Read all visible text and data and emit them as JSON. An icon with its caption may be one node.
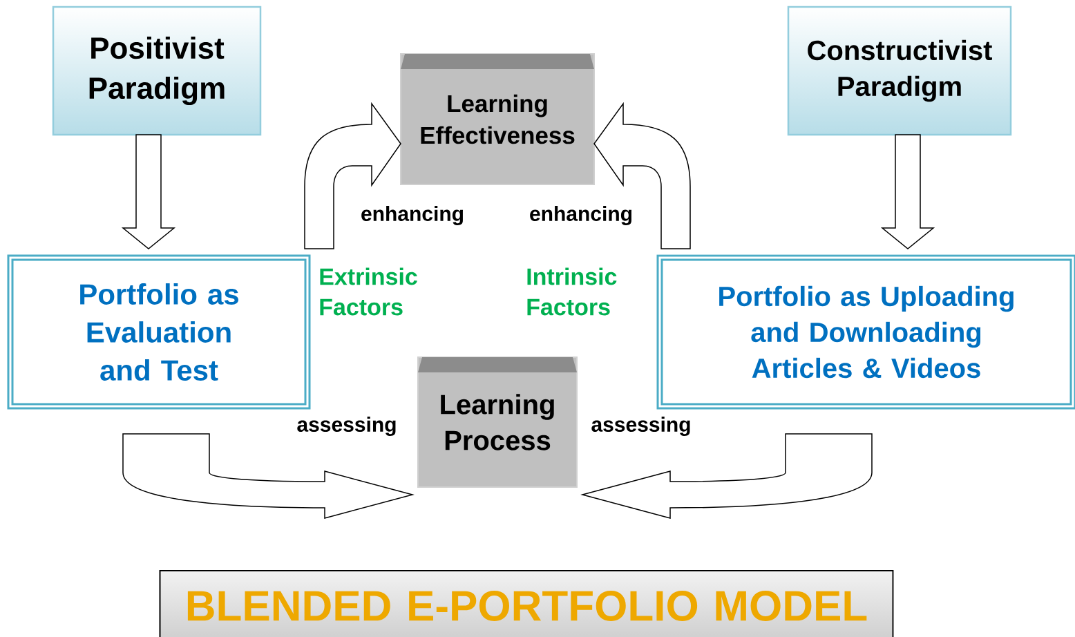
{
  "diagram": {
    "nodes": [
      {
        "text": [
          "Positivist Paradigm"
        ]
      },
      {
        "text": [
          "Constructivist Paradigm"
        ]
      },
      {
        "text": [
          "Learning Effectiveness"
        ]
      },
      {
        "text": [
          "Portfolio as Evaluation and Test"
        ]
      },
      {
        "text": [
          "Portfolio as Uploading and Downloading Articles & Videos"
        ]
      },
      {
        "text": [
          "Learning Process"
        ]
      },
      {
        "text": [
          "BLENDED E-PORTFOLIO MODEL"
        ]
      }
    ],
    "edges": [
      {
        "from": 0,
        "to": 3,
        "arrow": "to"
      },
      {
        "from": 1,
        "to": 4,
        "arrow": "to"
      },
      {
        "from": 3,
        "to": 2,
        "arrow": "to",
        "label": "enhancing"
      },
      {
        "from": 4,
        "to": 2,
        "arrow": "to",
        "label": "enhancing"
      },
      {
        "from": 3,
        "to": 5,
        "arrow": "to",
        "label": "assessing"
      },
      {
        "from": 4,
        "to": 5,
        "arrow": "to",
        "label": "assessing"
      }
    ],
    "labels": [
      "Extrinsic Factors",
      "Intrinsic Factors"
    ]
  }
}
